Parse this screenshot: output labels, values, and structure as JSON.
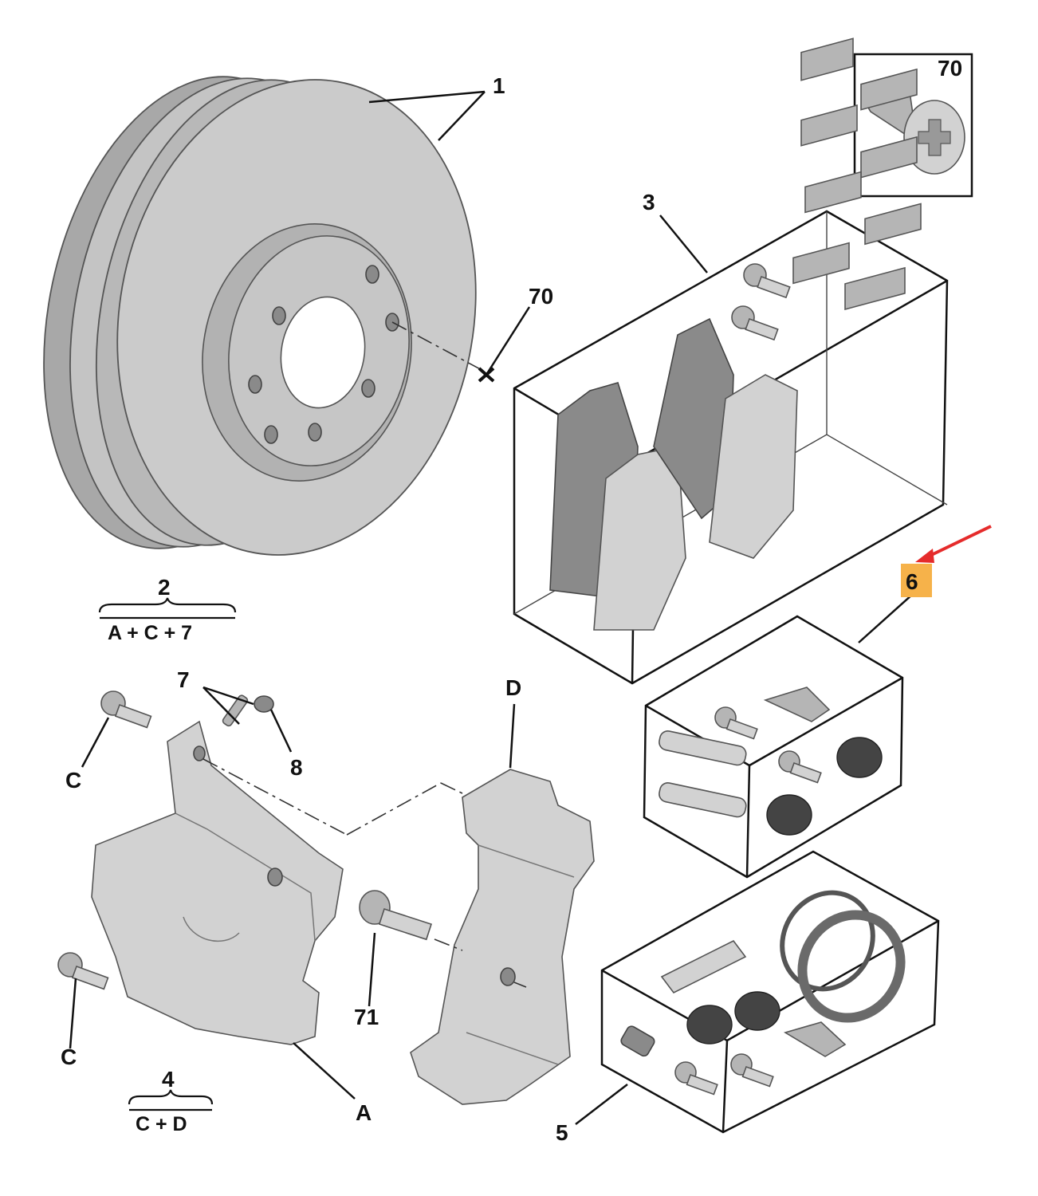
{
  "labels": {
    "disc": "1",
    "disc_pair_group": "2",
    "disc_pair_formula": "A + C + 7",
    "pad_kit": "3",
    "caliper_group": "4",
    "caliper_formula": "C + D",
    "seal_kit": "5",
    "guide_kit": "6",
    "bleed_screw": "7",
    "bleed_cap": "8",
    "disc_screw": "70",
    "disc_screw_inset": "70",
    "carrier_bolt": "71",
    "caliper_body": "A",
    "caliper_bolt_upper": "C",
    "caliper_bolt_lower": "C",
    "carrier": "D"
  },
  "colors": {
    "highlight_fill": "#f6b24a",
    "highlight_text": "#8a5a1a",
    "arrow": "#e52b2b",
    "line": "#111111",
    "part": "#b5b5b5"
  },
  "icons": [
    "brake-disc-icon",
    "disc-screw-icon",
    "brake-pad-icon",
    "guide-pin-icon",
    "piston-seal-icon",
    "caliper-icon",
    "carrier-icon",
    "bolt-icon"
  ]
}
